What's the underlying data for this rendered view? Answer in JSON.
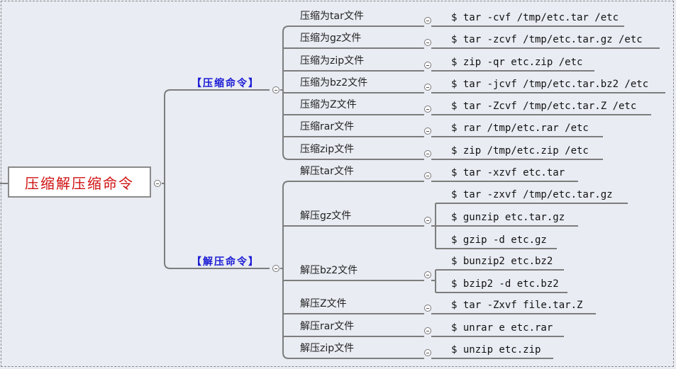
{
  "root": "压缩解压缩命令",
  "groups": [
    {
      "label": "【压缩命令】",
      "items": [
        {
          "label": "压缩为tar文件",
          "cmds": [
            "$ tar -cvf /tmp/etc.tar /etc"
          ]
        },
        {
          "label": "压缩为gz文件",
          "cmds": [
            "$ tar -zcvf /tmp/etc.tar.gz /etc"
          ]
        },
        {
          "label": "压缩为zip文件",
          "cmds": [
            "$ zip -qr etc.zip /etc"
          ]
        },
        {
          "label": "压缩为bz2文件",
          "cmds": [
            "$ tar -jcvf /tmp/etc.tar.bz2 /etc"
          ]
        },
        {
          "label": "压缩为Z文件",
          "cmds": [
            "$ tar -Zcvf /tmp/etc.tar.Z /etc"
          ]
        },
        {
          "label": "压缩rar文件",
          "cmds": [
            "$ rar /tmp/etc.rar /etc"
          ]
        },
        {
          "label": "压缩zip文件",
          "cmds": [
            "$ zip /tmp/etc.zip /etc"
          ]
        }
      ]
    },
    {
      "label": "【解压命令】",
      "items": [
        {
          "label": "解压tar文件",
          "cmds": [
            "$ tar -xzvf etc.tar"
          ]
        },
        {
          "label": "解压gz文件",
          "cmds": [
            "$ tar -zxvf /tmp/etc.tar.gz",
            "$ gunzip etc.tar.gz",
            "$ gzip -d etc.gz"
          ]
        },
        {
          "label": "解压bz2文件",
          "cmds": [
            "$ bunzip2 etc.bz2",
            "$ bzip2 -d etc.bz2"
          ]
        },
        {
          "label": "解压Z文件",
          "cmds": [
            "$ tar -Zxvf file.tar.Z"
          ]
        },
        {
          "label": "解压rar文件",
          "cmds": [
            "$ unrar e etc.rar"
          ]
        },
        {
          "label": "解压zip文件",
          "cmds": [
            "$ unzip etc.zip"
          ]
        }
      ]
    }
  ]
}
